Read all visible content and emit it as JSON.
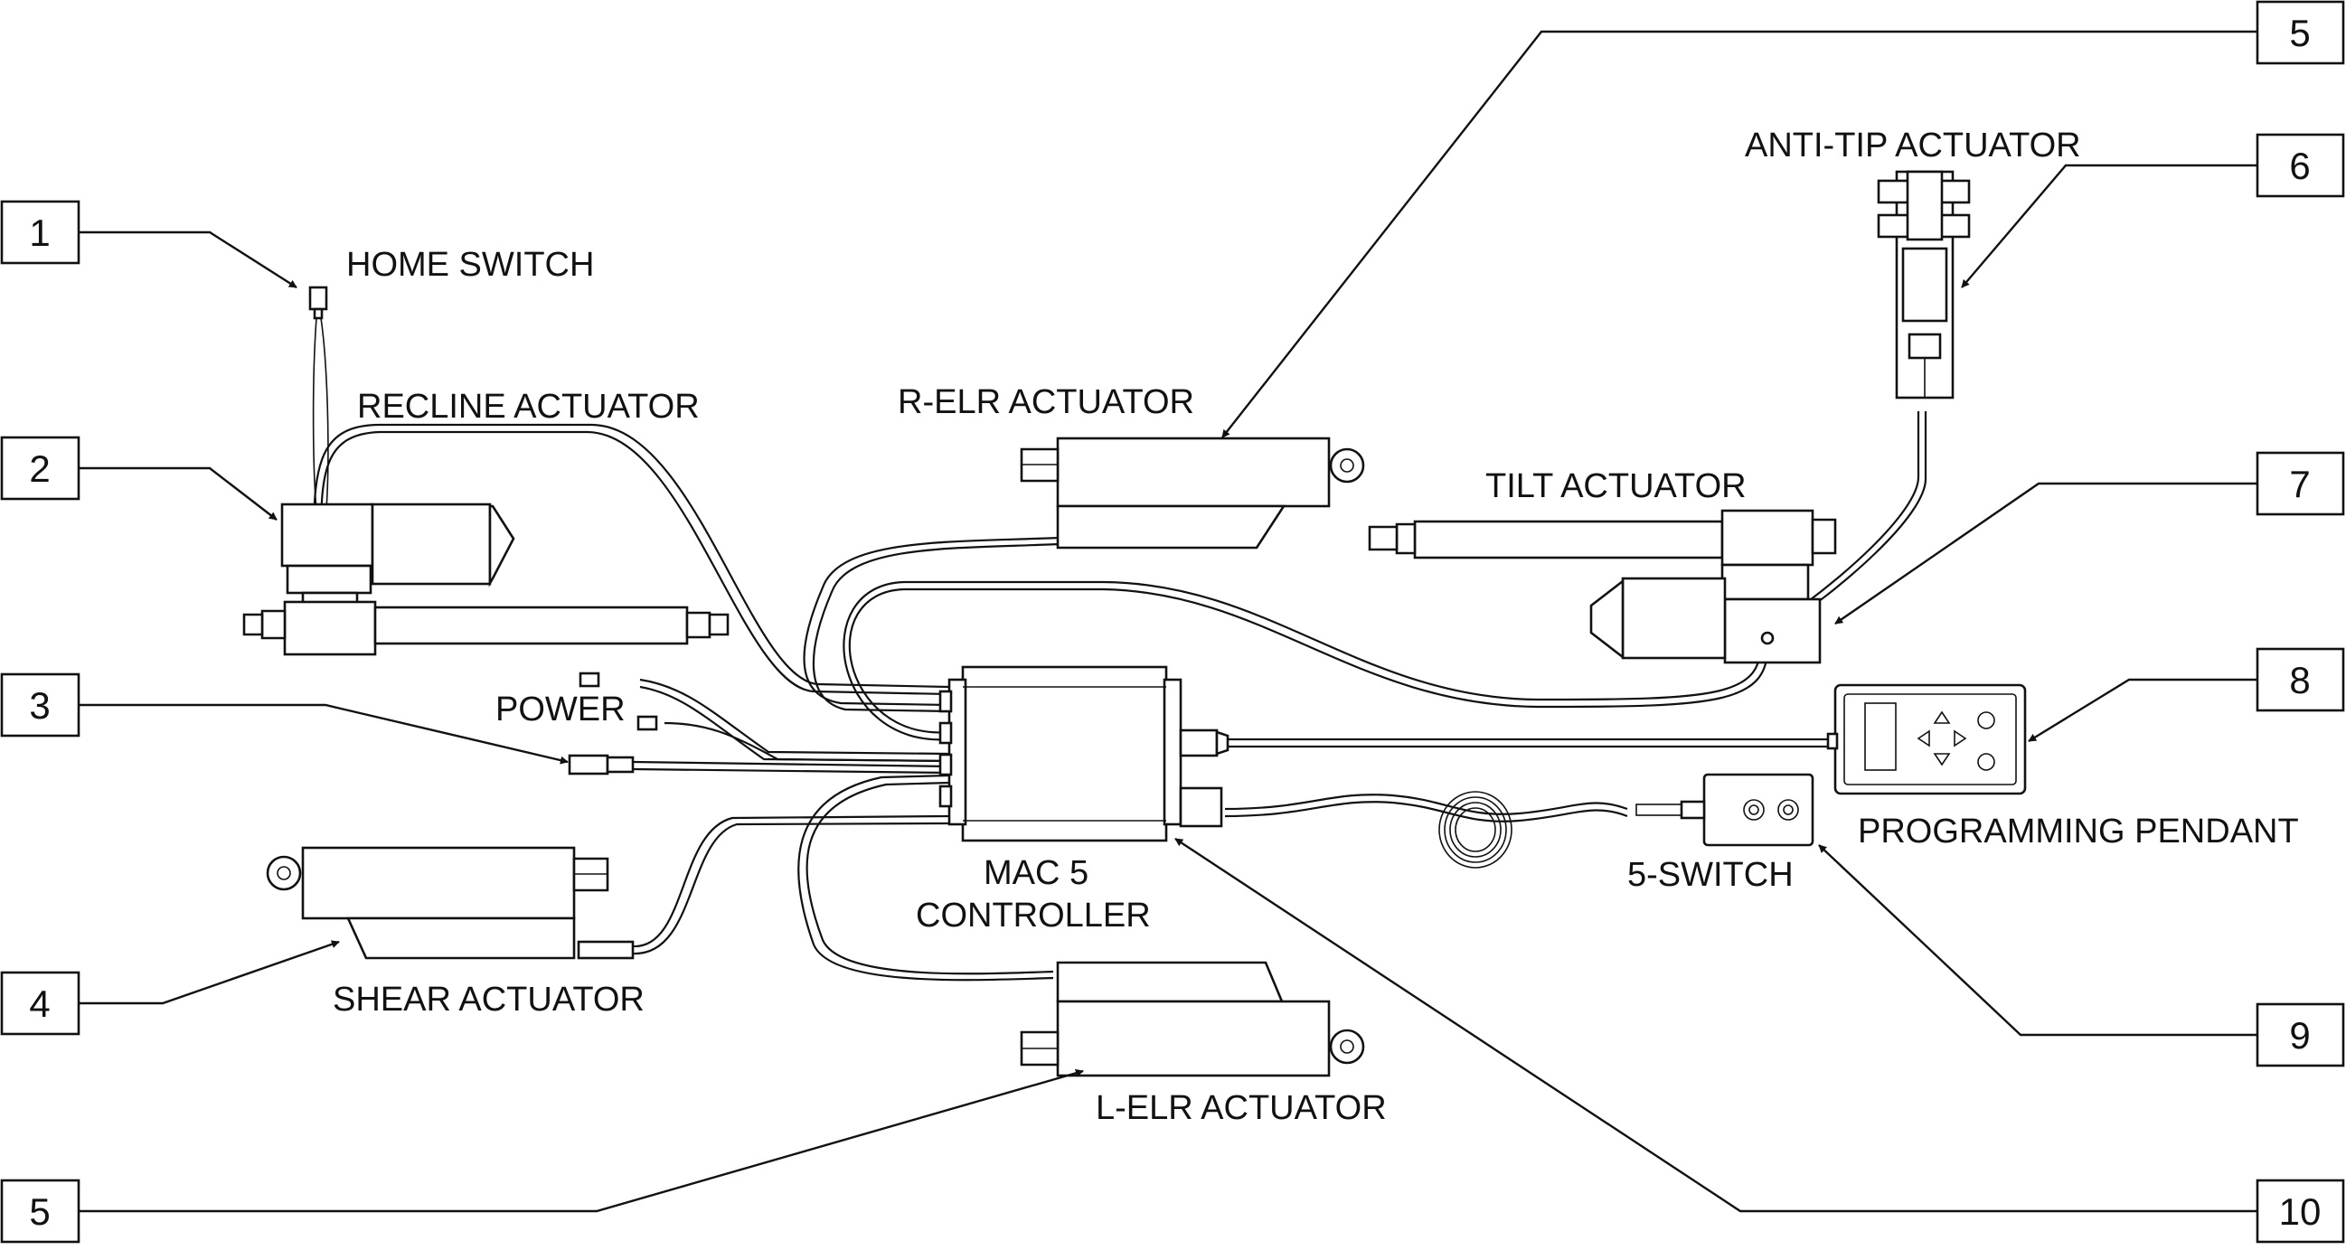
{
  "labels": {
    "home_switch": "HOME SWITCH",
    "recline_actuator": "RECLINE ACTUATOR",
    "r_elr_actuator": "R-ELR ACTUATOR",
    "anti_tip_actuator": "ANTI-TIP ACTUATOR",
    "tilt_actuator": "TILT ACTUATOR",
    "power": "POWER",
    "mac5_line1": "MAC 5",
    "mac5_line2": "CONTROLLER",
    "programming_pendant": "PROGRAMMING PENDANT",
    "five_switch": "5-SWITCH",
    "shear_actuator": "SHEAR ACTUATOR",
    "l_elr_actuator": "L-ELR ACTUATOR"
  },
  "callouts": {
    "c1": "1",
    "c2": "2",
    "c3": "3",
    "c4": "4",
    "c5_top": "5",
    "c5_bottom": "5",
    "c6": "6",
    "c7": "7",
    "c8": "8",
    "c9": "9",
    "c10": "10"
  },
  "colors": {
    "line": "#111111",
    "background": "#ffffff"
  }
}
